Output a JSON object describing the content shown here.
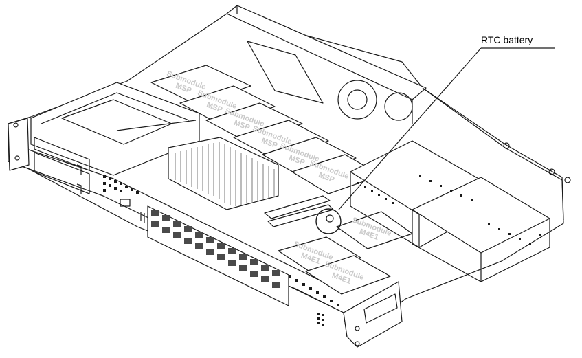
{
  "callout": {
    "label": "RTC battery"
  },
  "submodule_labels": [
    {
      "line1": "Submodule",
      "line2": "MSP"
    },
    {
      "line1": "Submodule",
      "line2": "MSP"
    },
    {
      "line1": "Submodule",
      "line2": "MSP"
    },
    {
      "line1": "Submodule",
      "line2": "MSP"
    },
    {
      "line1": "Submodule",
      "line2": "MSP"
    },
    {
      "line1": "Submodule",
      "line2": "MSP"
    },
    {
      "line1": "Submodule",
      "line2": "M4E1"
    },
    {
      "line1": "Submodule",
      "line2": "M4E1"
    },
    {
      "line1": "Submodule",
      "line2": "M4E1"
    }
  ],
  "colors": {
    "line": "#1a1a1a",
    "panel": "#ffffff",
    "heatsink": "#7a7a7a",
    "port": "#4a4a4a"
  }
}
